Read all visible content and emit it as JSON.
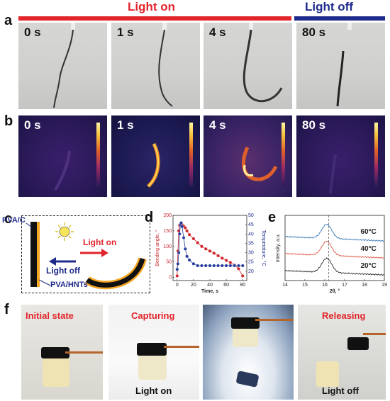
{
  "panels": {
    "a": "a",
    "b": "b",
    "c": "c",
    "d": "d",
    "e": "e",
    "f": "f"
  },
  "header": {
    "light_on": "Light on",
    "light_off": "Light off"
  },
  "row_a": {
    "times": [
      "0 s",
      "1 s",
      "4 s",
      "80 s"
    ]
  },
  "row_b": {
    "times": [
      "0 s",
      "1 s",
      "4 s",
      "80 s"
    ]
  },
  "panel_c": {
    "pva_c": "PVA/C",
    "pva_hnts": "PVA/HNTs",
    "light_on": "Light on",
    "light_off": "Light off"
  },
  "panel_f": {
    "initial": "Initial state",
    "capturing": "Capturing",
    "releasing": "Releasing",
    "light_on": "Light on",
    "light_off": "Light off"
  },
  "colors": {
    "red": "#e3242b",
    "blue": "#1f2b8a",
    "orange": "#f5a623"
  },
  "chart_data": [
    {
      "type": "line",
      "xlabel": "Time, s",
      "ylabel": "Bending angle, °",
      "y2label": "Temperature, °C",
      "xlim": [
        -5,
        85
      ],
      "ylim": [
        -10,
        200
      ],
      "y2lim": [
        15,
        50
      ],
      "xticks": [
        "0",
        "20",
        "40",
        "60",
        "80"
      ],
      "yticks": [
        "0",
        "50",
        "100",
        "150",
        "200"
      ],
      "y2ticks": [
        "20",
        "25",
        "30",
        "35",
        "40",
        "45",
        "50"
      ],
      "series": [
        {
          "axis": "left",
          "x": [
            0,
            1,
            2,
            3,
            4,
            5,
            6,
            8,
            10,
            12,
            15,
            20,
            25,
            30,
            35,
            40,
            45,
            50,
            55,
            60,
            65,
            70,
            75,
            80
          ],
          "y": [
            5,
            85,
            150,
            168,
            172,
            173,
            170,
            165,
            160,
            150,
            138,
            125,
            112,
            100,
            92,
            85,
            78,
            70,
            62,
            55,
            48,
            40,
            28,
            5
          ]
        },
        {
          "axis": "right",
          "x": [
            0,
            1,
            2,
            3,
            4,
            5,
            6,
            8,
            10,
            12,
            15,
            20,
            25,
            30,
            35,
            40,
            45,
            50,
            55,
            60,
            65,
            70,
            75,
            80
          ],
          "y": [
            21,
            24,
            30,
            40,
            45,
            46,
            44,
            38,
            32,
            28,
            26,
            24,
            23,
            23,
            23,
            23,
            23,
            23,
            23,
            23,
            23,
            23,
            23,
            23
          ]
        }
      ]
    },
    {
      "type": "line",
      "xlabel": "2θ, °",
      "ylabel": "Intensity, a.u.",
      "xlim": [
        14,
        19
      ],
      "xticks": [
        "14",
        "15",
        "16",
        "17",
        "18",
        "19"
      ],
      "series": [
        {
          "name": "60°C",
          "peak": 16.1
        },
        {
          "name": "40°C",
          "peak": 16.1
        },
        {
          "name": "20°C",
          "peak": 16.1
        }
      ]
    }
  ]
}
